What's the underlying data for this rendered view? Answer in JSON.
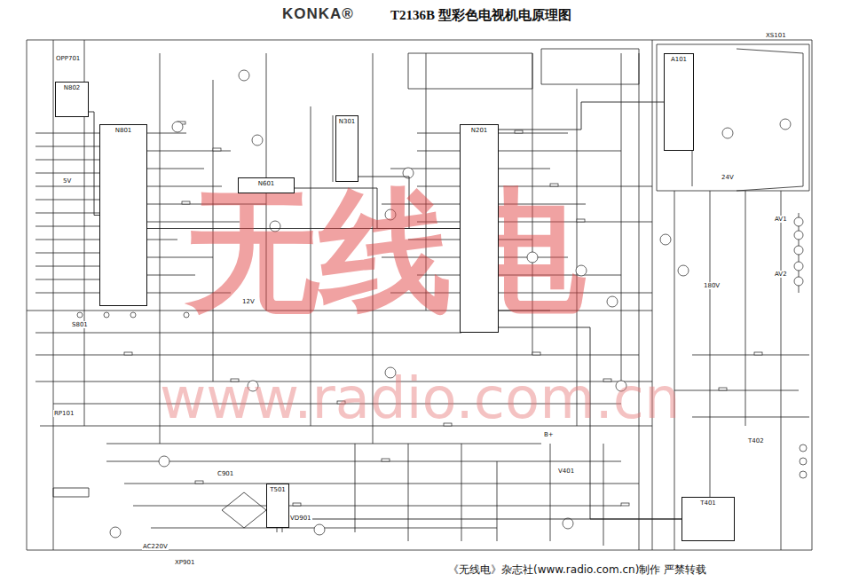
{
  "diagram": {
    "title": "T2136B 型彩色电视机电原理图",
    "caption": "《无线电》杂志社(www.radio.com.cn)制作  严禁转载",
    "nodes": [
      {
        "text": [
          "N801"
        ]
      },
      {
        "text": [
          "N802"
        ]
      },
      {
        "text": [
          "N201"
        ]
      },
      {
        "text": [
          "N301"
        ]
      },
      {
        "text": [
          "N601"
        ]
      },
      {
        "text": [
          "A101"
        ]
      },
      {
        "text": [
          "T401"
        ]
      },
      {
        "text": [
          "T501"
        ]
      }
    ],
    "edges": [
      {
        "from": 1,
        "to": 0,
        "arrow": "none"
      },
      {
        "from": 0,
        "to": 2,
        "arrow": "none"
      },
      {
        "from": 4,
        "to": 2,
        "arrow": "none"
      },
      {
        "from": 3,
        "to": 2,
        "arrow": "none"
      },
      {
        "from": 2,
        "to": 5,
        "arrow": "none"
      },
      {
        "from": 2,
        "to": 6,
        "arrow": "none"
      },
      {
        "from": 7,
        "to": 6,
        "arrow": "none"
      }
    ],
    "labels": [
      "KONKA®",
      "无线电",
      "www.radio.com.cn",
      "OPP701",
      "5V",
      "12V",
      "B+",
      "180V",
      "AC220V",
      "XP901",
      "RP101",
      "VD901",
      "V401",
      "XS101",
      "AV1",
      "AV2",
      "T402",
      "S801",
      "24V",
      "C901"
    ]
  }
}
